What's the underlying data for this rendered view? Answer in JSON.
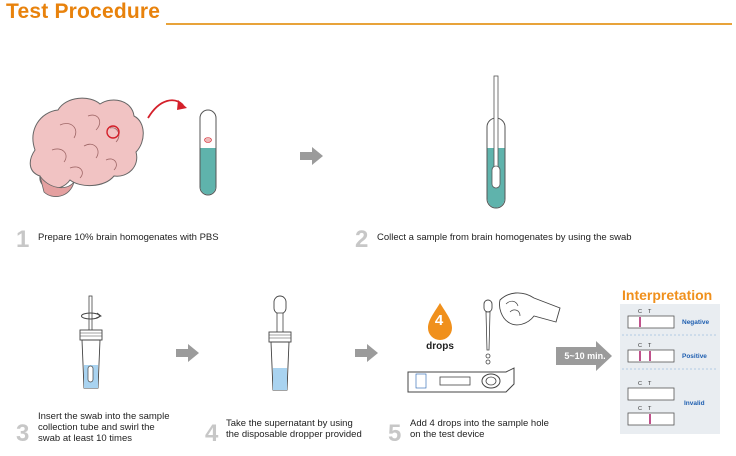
{
  "title": "Test Procedure",
  "steps": [
    {
      "number": "1",
      "text": "Prepare 10% brain homogenates with PBS"
    },
    {
      "number": "2",
      "text": "Collect a sample from brain homogenates by using the swab"
    },
    {
      "number": "3",
      "text_lines": [
        "Insert the swab into the sample",
        "collection tube and swirl the",
        "swab at least 10 times"
      ]
    },
    {
      "number": "4",
      "text_lines": [
        "Take the supernatant by using",
        "the disposable dropper provided"
      ]
    },
    {
      "number": "5",
      "text_lines": [
        "Add 4 drops into the sample hole",
        "on the test device"
      ]
    }
  ],
  "drops": {
    "count": "4",
    "label": "drops"
  },
  "timer": "5~10 min.",
  "interpretation": {
    "title": "Interpretation",
    "results": [
      "Negative",
      "Positive",
      "Invalid"
    ],
    "line_labels": {
      "control": "C",
      "test": "T"
    }
  },
  "colors": {
    "accent": "#e8820c",
    "arrow_gray": "#9b9b9b",
    "liquid": "#5fb3ac",
    "brain": "#eeb9b9",
    "result_line": "#b0276f",
    "result_label": "#1f5fb0"
  }
}
